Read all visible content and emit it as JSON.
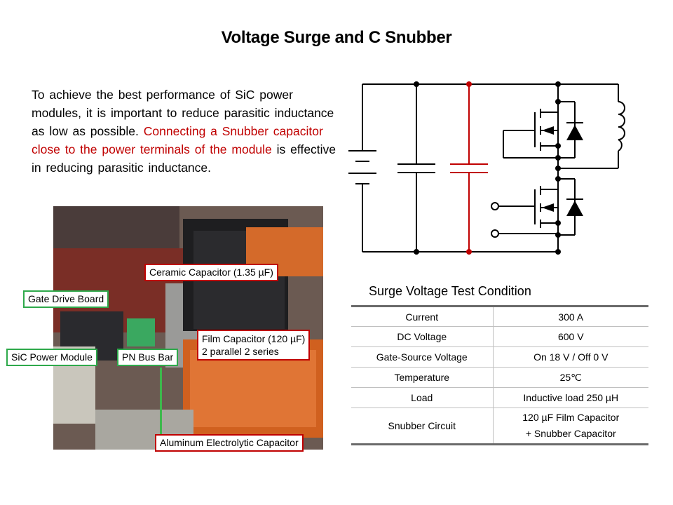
{
  "slide": {
    "title": "Voltage Surge and C Snubber"
  },
  "intro": {
    "line1": "To achieve the best performance of SiC power modules, it is important to reduce parasitic inductance as low as possible.",
    "highlight": "Connecting a Snubber capacitor close to the power terminals of the module",
    "line2": "is effective in reducing parasitic inductance."
  },
  "photo": {
    "callouts": {
      "ceramic": "Ceramic Capacitor (1.35 µF)",
      "gate_drive": "Gate Drive Board",
      "film_line1": "Film Capacitor (120 µF)",
      "film_line2": "2 parallel 2 series",
      "sic_module": "SiC Power Module",
      "pn_bus": "PN Bus Bar",
      "aluminum": "Aluminum Electrolytic Capacitor"
    },
    "colors": {
      "green_border": "#2ea94b",
      "red_border": "#c00000"
    }
  },
  "circuit": {
    "colors": {
      "wire": "#000000",
      "snubber": "#c00000"
    }
  },
  "table": {
    "title": "Surge Voltage Test Condition",
    "rows": [
      {
        "label": "Current",
        "value": "300 A"
      },
      {
        "label": "DC Voltage",
        "value": "600 V"
      },
      {
        "label": "Gate-Source Voltage",
        "value": "On 18 V / Off 0 V"
      },
      {
        "label": "Temperature",
        "value": "25℃"
      },
      {
        "label": "Load",
        "value": "Inductive load 250 µH"
      },
      {
        "label": "Snubber Circuit",
        "value_line1": "120 µF Film Capacitor",
        "value_line2": "+ Snubber Capacitor"
      }
    ]
  }
}
